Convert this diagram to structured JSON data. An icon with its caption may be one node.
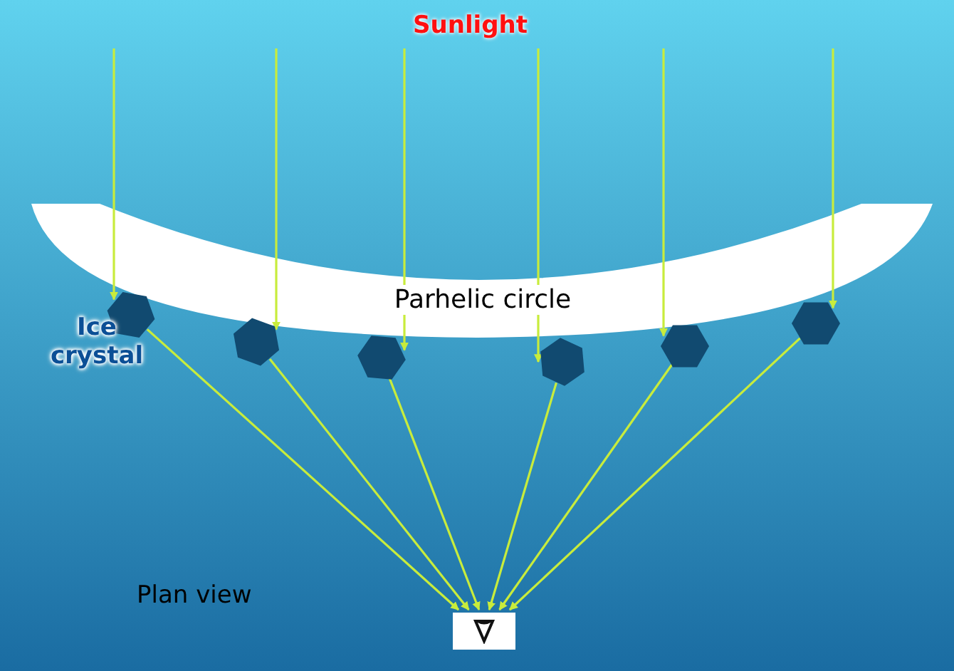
{
  "diagram": {
    "nodes": [
      {
        "text": [
          "Parhelic circle"
        ]
      },
      {
        "text": [],
        "shape": "hexagon"
      },
      {
        "text": [],
        "shape": "hexagon"
      },
      {
        "text": [],
        "shape": "hexagon"
      },
      {
        "text": [],
        "shape": "hexagon"
      },
      {
        "text": [],
        "shape": "hexagon"
      },
      {
        "text": [],
        "shape": "hexagon"
      },
      {
        "text": [],
        "shape": "box"
      }
    ],
    "edges": [
      {
        "from": null,
        "to": 1,
        "arrow": "to"
      },
      {
        "from": null,
        "to": 2,
        "arrow": "to"
      },
      {
        "from": null,
        "to": 3,
        "arrow": "to"
      },
      {
        "from": null,
        "to": 4,
        "arrow": "to"
      },
      {
        "from": null,
        "to": 5,
        "arrow": "to"
      },
      {
        "from": null,
        "to": 6,
        "arrow": "to"
      },
      {
        "from": 1,
        "to": 7,
        "arrow": "to"
      },
      {
        "from": 2,
        "to": 7,
        "arrow": "to"
      },
      {
        "from": 3,
        "to": 7,
        "arrow": "to"
      },
      {
        "from": 4,
        "to": 7,
        "arrow": "to"
      },
      {
        "from": 5,
        "to": 7,
        "arrow": "to"
      },
      {
        "from": 6,
        "to": 7,
        "arrow": "to"
      }
    ],
    "labels": [
      "Sunlight",
      "Ice crystal",
      "Plan view"
    ]
  }
}
